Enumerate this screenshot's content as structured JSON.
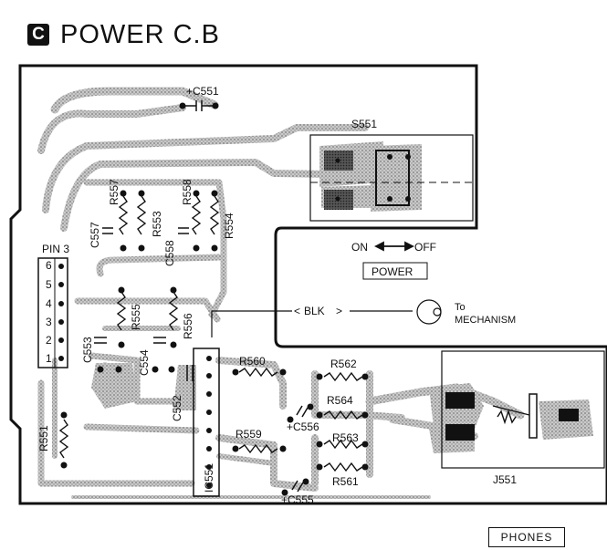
{
  "header": {
    "badge": "C",
    "title": "POWER C.B"
  },
  "labels": {
    "pin3": "PIN 3",
    "pins": [
      "6",
      "5",
      "4",
      "3",
      "2",
      "1"
    ],
    "c551": "+C551",
    "s551": "S551",
    "r557": "R557",
    "r553": "R553",
    "r558": "R558",
    "r554": "R554",
    "c557": "C557",
    "c558": "C558",
    "r555": "R555",
    "r556": "R556",
    "c553": "C553",
    "c554": "C554",
    "c552": "C552",
    "ic551": "IC551",
    "r551": "R551",
    "r560": "R560",
    "r562": "R562",
    "r564": "R564",
    "c556": "+C556",
    "r559": "R559",
    "r563": "R563",
    "r561": "R561",
    "c555": "+C555",
    "j551": "J551",
    "on_off": "ON",
    "off": "OFF",
    "power_box": "POWER",
    "blk": "BLK",
    "to": "To",
    "mechanism": "MECHANISM",
    "phones_box": "PHONES"
  },
  "colors": {
    "ink": "#111111",
    "trace": "#9a9a9a",
    "board_bg": "#ffffff"
  }
}
